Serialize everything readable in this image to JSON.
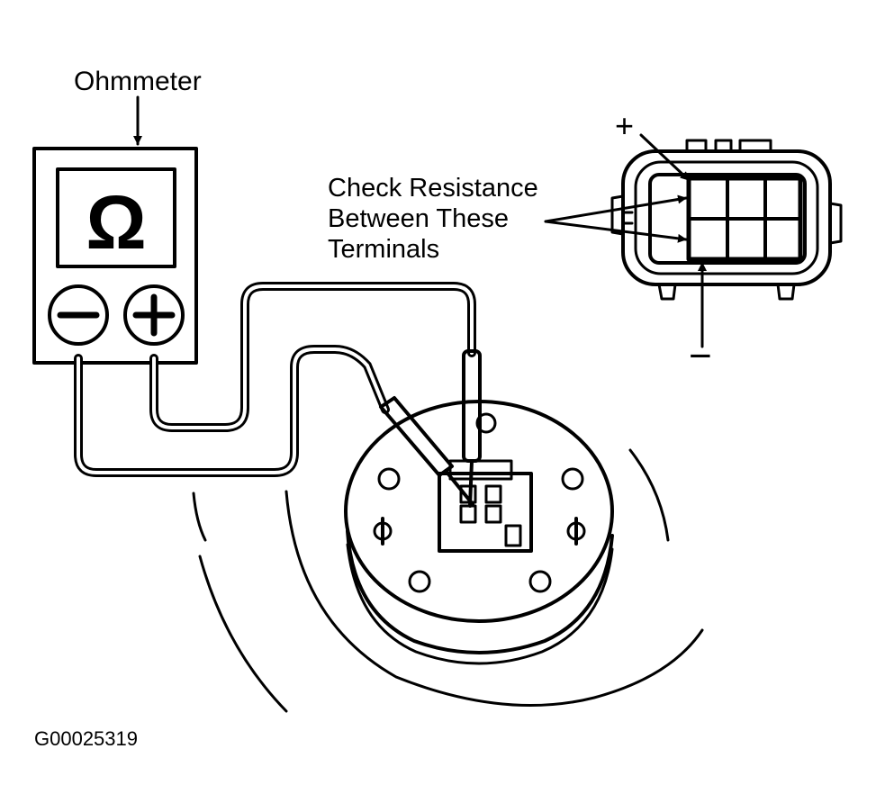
{
  "labels": {
    "meter_title": "Ohmmeter",
    "omega_symbol": "Ω",
    "check_line1": "Check Resistance",
    "check_line2": "Between These",
    "check_line3": "Terminals",
    "plus_sign": "+",
    "minus_sign": "−",
    "figure_code": "G00025319"
  },
  "colors": {
    "ink": "#000000",
    "paper": "#ffffff"
  },
  "icons": {
    "meter_negative": "minus-terminal-icon",
    "meter_positive": "plus-terminal-icon"
  }
}
